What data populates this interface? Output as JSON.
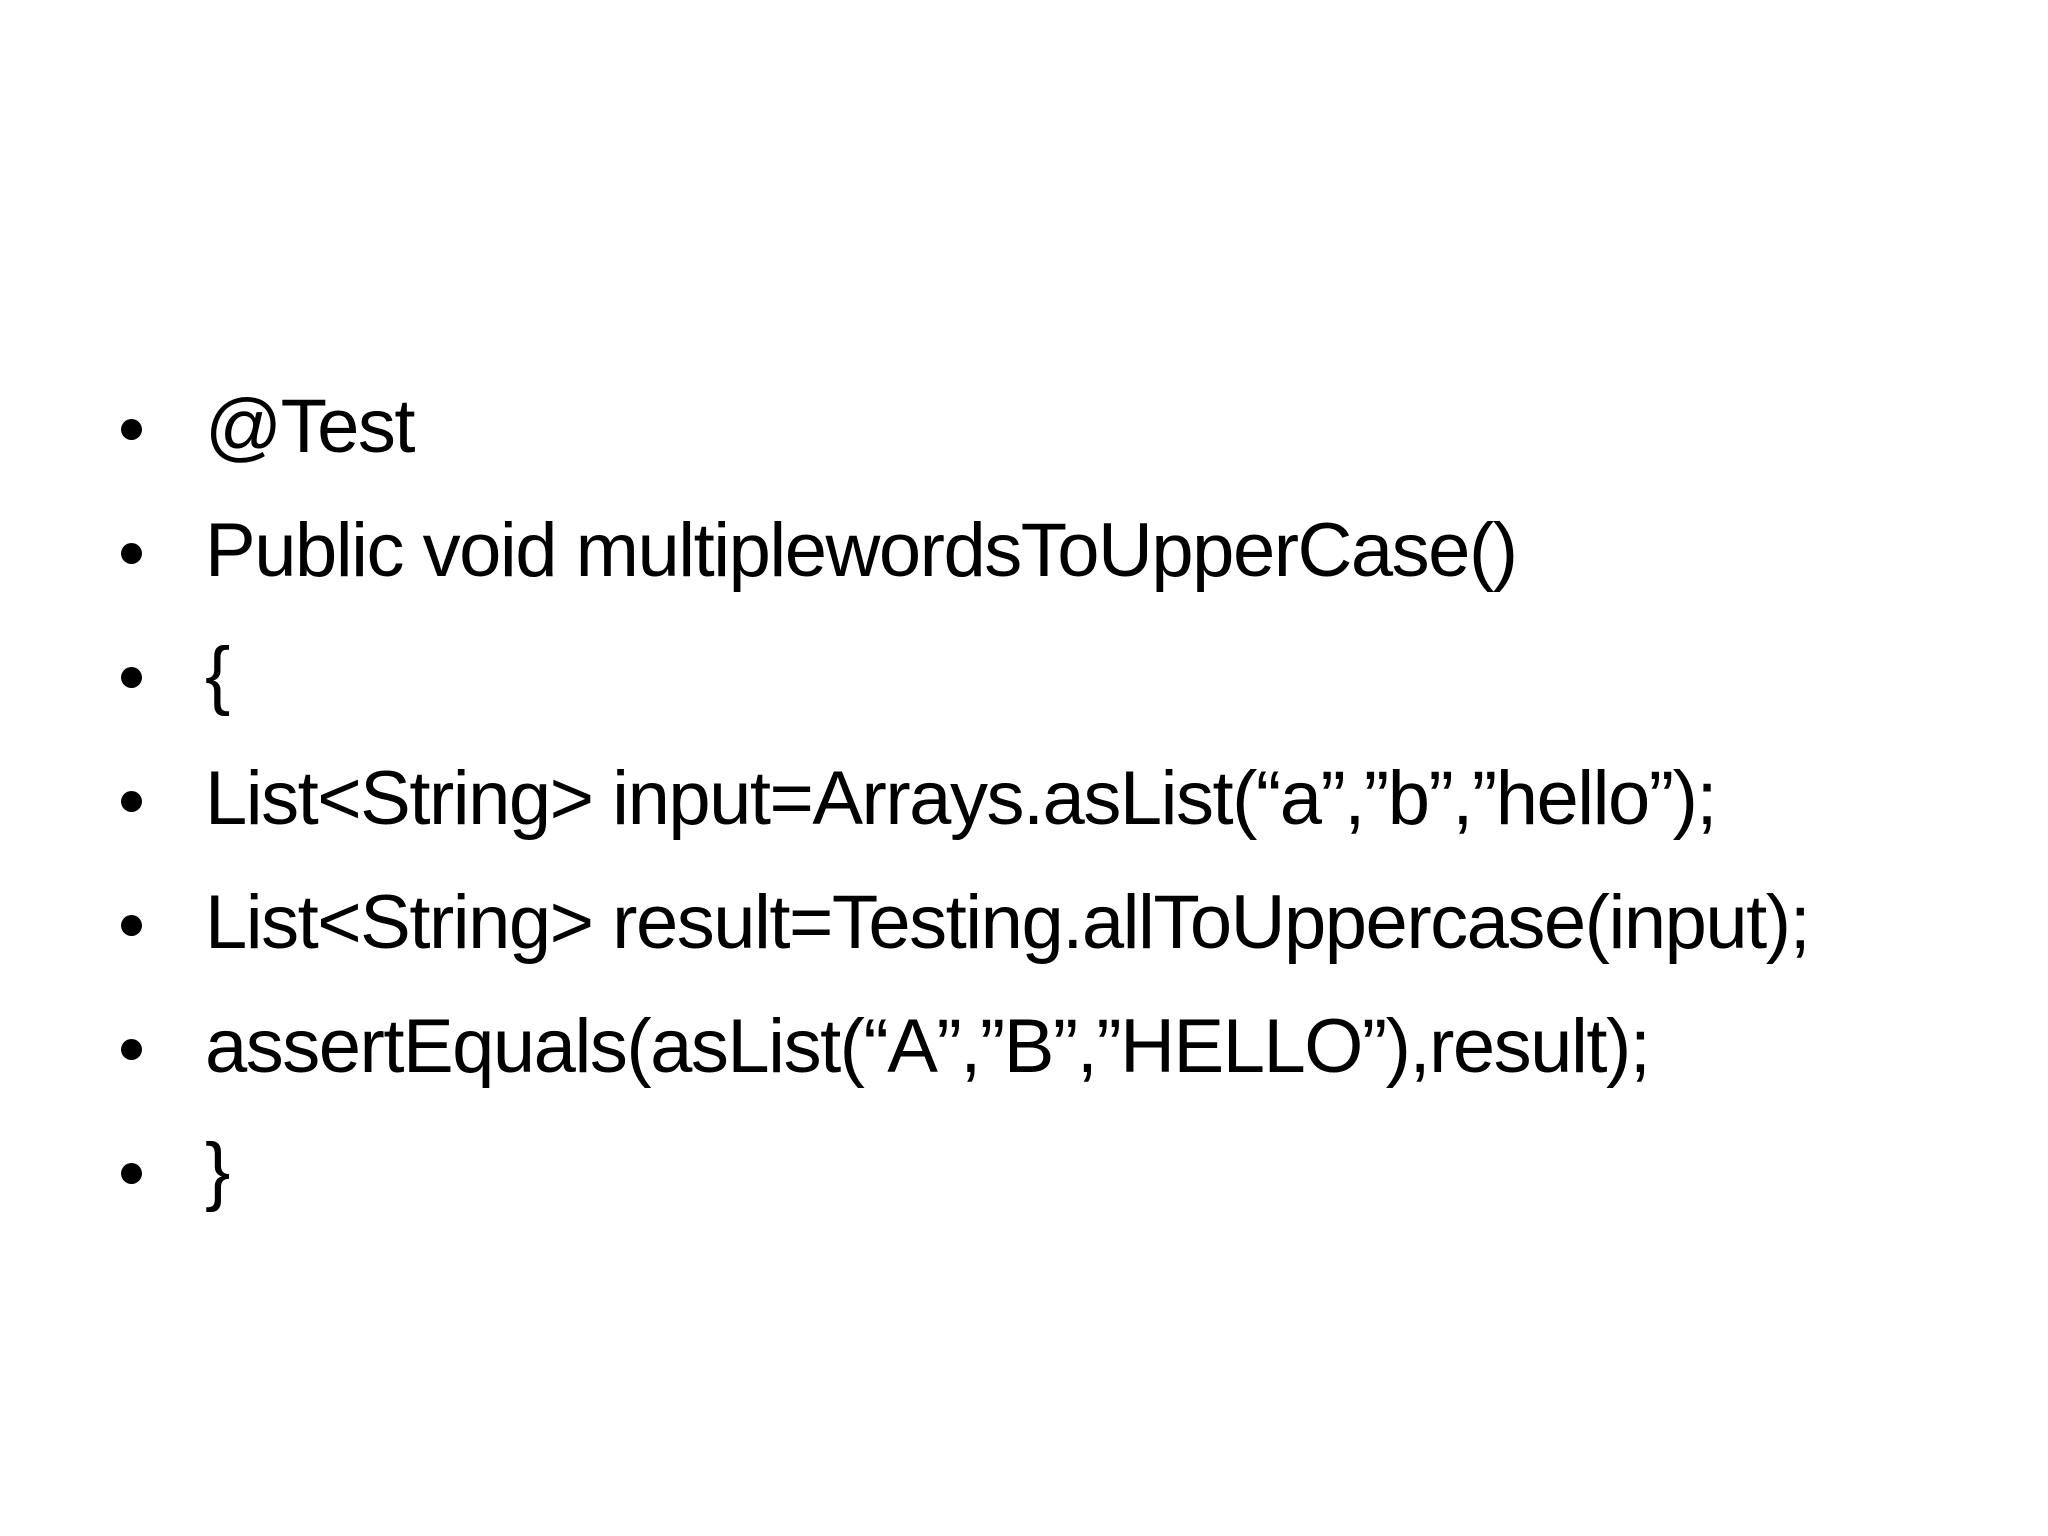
{
  "slide": {
    "background_color": "#ffffff",
    "text_color": "#000000",
    "bullets": [
      "@Test",
      "Public void multiplewordsToUpperCase()",
      "{",
      "List<String> input=Arrays.asList(“a”,”b”,”hello”);",
      "List<String> result=Testing.allToUppercase(input);",
      "assertEquals(asList(“A”,”B”,”HELLO”),result);",
      "}"
    ]
  }
}
